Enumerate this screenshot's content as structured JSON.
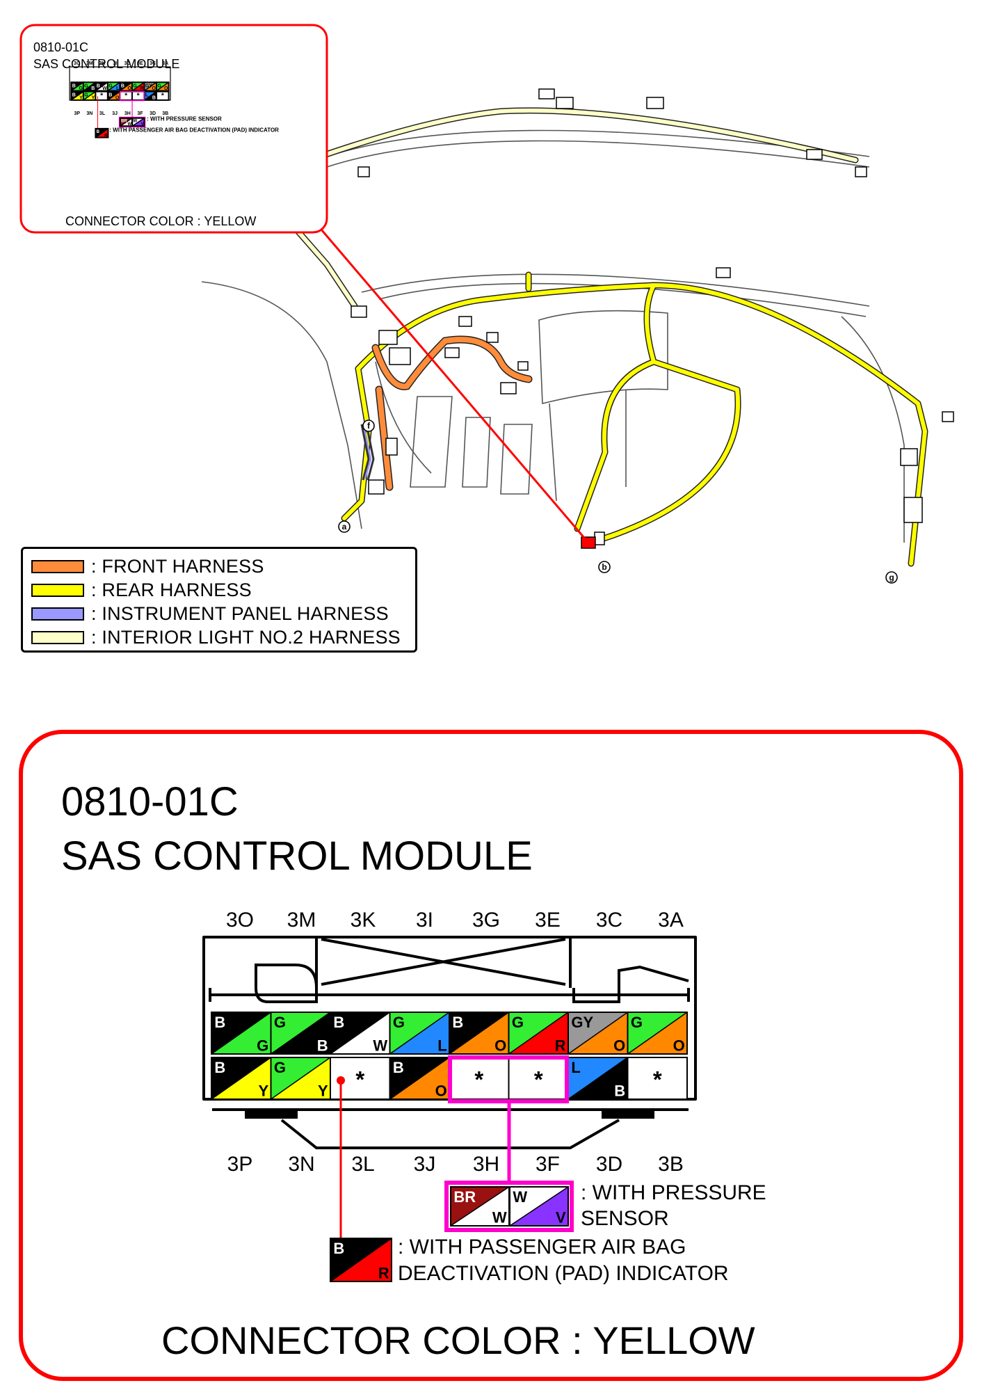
{
  "inset": {
    "code": "0810-01C",
    "title": "SAS CONTROL MODULE",
    "pressure_note": ": WITH PRESSURE SENSOR",
    "pad_note": ": WITH PASSENGER AIR BAG DEACTIVATION (PAD) INDICATOR",
    "connector_color": "CONNECTOR COLOR : YELLOW"
  },
  "harness_legend": [
    {
      "label": ": FRONT HARNESS",
      "color": "#ff8c3a"
    },
    {
      "label": ": REAR HARNESS",
      "color": "#ffff00"
    },
    {
      "label": ": INSTRUMENT PANEL HARNESS",
      "color": "#9999ff"
    },
    {
      "label": ": INTERIOR LIGHT NO.2 HARNESS",
      "color": "#ffffc8"
    }
  ],
  "ground_points": [
    "a",
    "b",
    "f",
    "g"
  ],
  "detail": {
    "code": "0810-01C",
    "title": "SAS CONTROL MODULE",
    "top_pin_labels": [
      "3O",
      "3M",
      "3K",
      "3I",
      "3G",
      "3E",
      "3C",
      "3A"
    ],
    "bottom_pin_labels": [
      "3P",
      "3N",
      "3L",
      "3J",
      "3H",
      "3F",
      "3D",
      "3B"
    ],
    "top_row": [
      {
        "pin": "3O",
        "c1": "B",
        "c2": "G"
      },
      {
        "pin": "3M",
        "c1": "G",
        "c2": "B"
      },
      {
        "pin": "3K",
        "c1": "B",
        "c2": "W"
      },
      {
        "pin": "3I",
        "c1": "G",
        "c2": "L"
      },
      {
        "pin": "3G",
        "c1": "B",
        "c2": "O"
      },
      {
        "pin": "3E",
        "c1": "G",
        "c2": "R"
      },
      {
        "pin": "3C",
        "c1": "GY",
        "c2": "O"
      },
      {
        "pin": "3A",
        "c1": "G",
        "c2": "O"
      }
    ],
    "bottom_row": [
      {
        "pin": "3P",
        "c1": "B",
        "c2": "Y"
      },
      {
        "pin": "3N",
        "c1": "G",
        "c2": "Y"
      },
      {
        "pin": "3L",
        "star": "*"
      },
      {
        "pin": "3J",
        "c1": "B",
        "c2": "O"
      },
      {
        "pin": "3H",
        "star": "*"
      },
      {
        "pin": "3F",
        "star": "*"
      },
      {
        "pin": "3D",
        "c1": "L",
        "c2": "B"
      },
      {
        "pin": "3B",
        "star": "*"
      }
    ],
    "pressure_wires": [
      {
        "c1": "BR",
        "c2": "W"
      },
      {
        "c1": "W",
        "c2": "V"
      }
    ],
    "pressure_note_line1": ": WITH PRESSURE",
    "pressure_note_line2": "SENSOR",
    "pad_wire": {
      "c1": "B",
      "c2": "R"
    },
    "pad_note_line1": ": WITH PASSENGER AIR BAG",
    "pad_note_line2": "DEACTIVATION (PAD) INDICATOR",
    "connector_color": "CONNECTOR COLOR : YELLOW"
  },
  "wire_colors": {
    "B": "#000000",
    "G": "#33ee33",
    "W": "#ffffff",
    "L": "#2288ff",
    "O": "#ff8800",
    "R": "#ff0000",
    "GY": "#999999",
    "Y": "#ffff00",
    "BR": "#991111",
    "V": "#8833ff"
  },
  "accent_colors": {
    "frame": "#ff0000",
    "highlight": "#ff00cc"
  }
}
